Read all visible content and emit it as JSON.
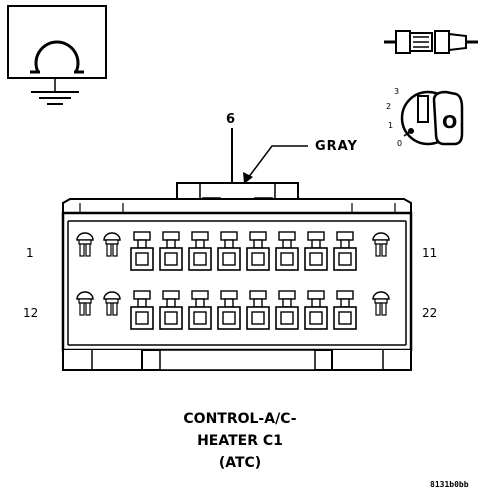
{
  "diagram": {
    "pin_callout_number": "6",
    "wire_color_label": "GRAY",
    "pin_labels": {
      "top_left": "1",
      "top_right": "11",
      "bottom_left": "12",
      "bottom_right": "22"
    },
    "connector_title_lines": [
      "CONTROL-A/C-",
      "HEATER C1",
      "(ATC)"
    ],
    "figure_code": "8131b0bb",
    "ignition_key_positions": [
      "3",
      "2",
      "1",
      "0"
    ],
    "icons": {
      "test_icon": "ohmmeter-ground-icon",
      "connector_icon": "connector-plug-icon",
      "ignition_icon": "ignition-key-icon"
    }
  }
}
